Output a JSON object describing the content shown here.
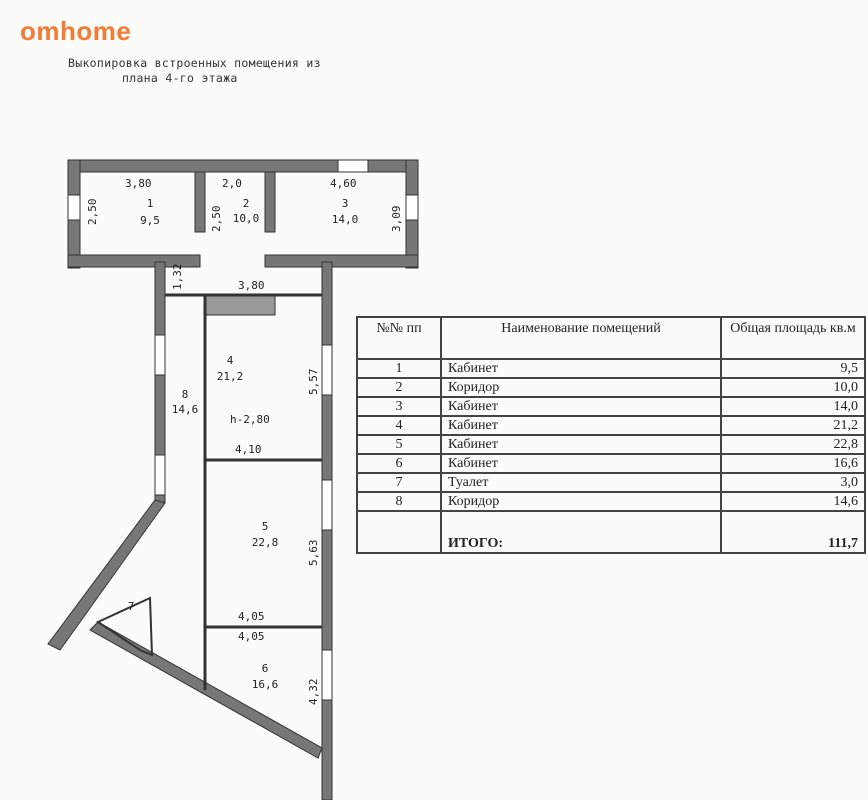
{
  "logo": "omhome",
  "title": {
    "line1": "Выкопировка встроенных помещения из",
    "line2": "плана 4-го этажа"
  },
  "plan": {
    "rooms": [
      {
        "num": "1",
        "area": "9,5"
      },
      {
        "num": "2",
        "area": "10,0"
      },
      {
        "num": "3",
        "area": "14,0"
      },
      {
        "num": "4",
        "area": "21,2"
      },
      {
        "num": "5",
        "area": "22,8"
      },
      {
        "num": "6",
        "area": "16,6"
      },
      {
        "num": "7"
      },
      {
        "num": "8",
        "area": "14,6"
      }
    ],
    "dims": {
      "d1w": "3,80",
      "d1h": "2,50",
      "d2w": "2,0",
      "d2h": "2,50",
      "d3w": "4,60",
      "d3h": "3,09",
      "c1": "1,32",
      "c2": "3,80",
      "r4h": "5,57",
      "height": "h-2,80",
      "r4w": "4,10",
      "r5h": "5,63",
      "r5w": "4,05",
      "r6w": "4,05",
      "r6h": "4,32"
    }
  },
  "table": {
    "headers": {
      "num": "№№ пп",
      "name": "Наименование помещений",
      "area": "Общая площадь кв.м"
    },
    "rows": [
      {
        "num": "1",
        "name": "Кабинет",
        "area": "9,5"
      },
      {
        "num": "2",
        "name": "Коридор",
        "area": "10,0"
      },
      {
        "num": "3",
        "name": "Кабинет",
        "area": "14,0"
      },
      {
        "num": "4",
        "name": "Кабинет",
        "area": "21,2"
      },
      {
        "num": "5",
        "name": "Кабинет",
        "area": "22,8"
      },
      {
        "num": "6",
        "name": "Кабинет",
        "area": "16,6"
      },
      {
        "num": "7",
        "name": "Туалет",
        "area": "3,0"
      },
      {
        "num": "8",
        "name": "Коридор",
        "area": "14,6"
      }
    ],
    "total": {
      "label": "ИТОГО:",
      "area": "111,7"
    }
  }
}
